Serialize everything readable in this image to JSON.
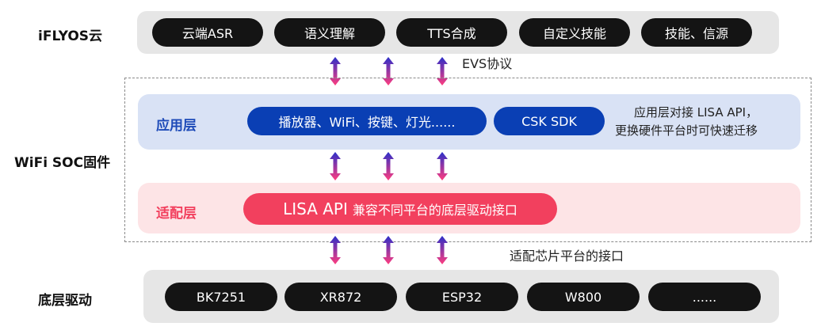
{
  "rows": {
    "cloud_label": "iFLYOS云",
    "firmware_label": "WiFi SOC固件",
    "driver_label": "底层驱动"
  },
  "cloud": {
    "items": [
      "云端ASR",
      "语义理解",
      "TTS合成",
      "自定义技能",
      "技能、信源"
    ]
  },
  "evs_label": "EVS协议",
  "app_layer": {
    "title": "应用层",
    "modules": "播放器、WiFi、按键、灯光......",
    "sdk": "CSK SDK",
    "note_line1": "应用层对接 LISA API，",
    "note_line2": "更换硬件平台时可快速迁移"
  },
  "adapt_layer": {
    "title": "适配层",
    "api_name": "LISA API",
    "api_desc": "兼容不同平台的底层驱动接口"
  },
  "adapt_interface_label": "适配芯片平台的接口",
  "drivers": {
    "items": [
      "BK7251",
      "XR872",
      "ESP32",
      "W800",
      "......"
    ]
  },
  "colors": {
    "app_title": "#1e4bb8",
    "adapt_title": "#f2405e",
    "arrow_top": "#2c2fc8",
    "arrow_bottom": "#ff3d7f"
  }
}
